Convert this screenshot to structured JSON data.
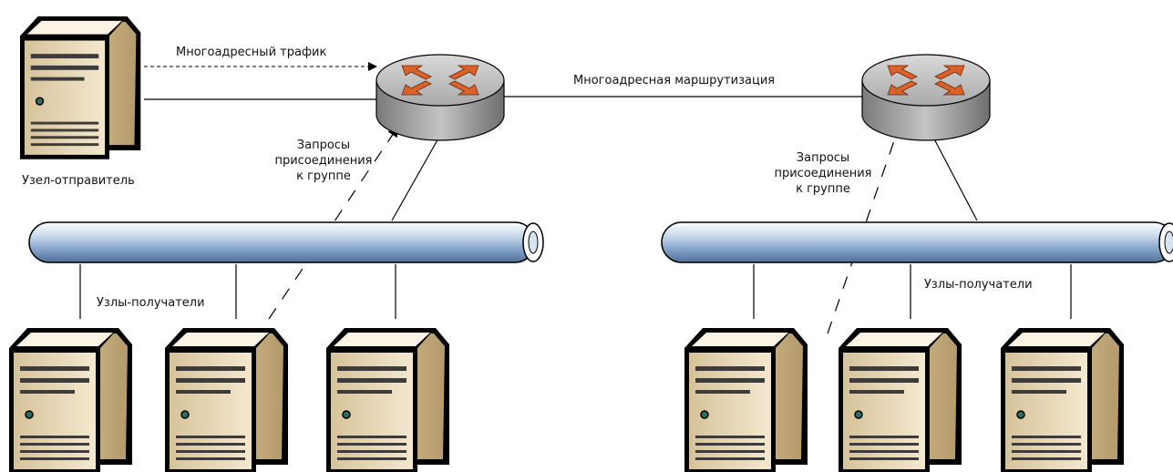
{
  "labels": {
    "multicast_traffic": "Многоадресный трафик",
    "multicast_routing": "Многоадресная маршрутизация",
    "sender_node": "Узел-отправитель",
    "receivers_left": "Узлы-получатели",
    "receivers_right": "Узлы-получатели",
    "join_requests_left": [
      "Запросы",
      "присоединения",
      "к группе"
    ],
    "join_requests_right": [
      "Запросы",
      "присоединения",
      "к группе"
    ]
  },
  "colors": {
    "line": "#000000",
    "router_body": "#b8b8b8",
    "router_arrow": "#d9612a",
    "bus_fill": "#9cb8d6",
    "server_face": "#e7d6b0",
    "server_side": "#c9b184"
  },
  "icons": {
    "server": "server-icon",
    "router": "router-icon",
    "bus": "network-bus"
  }
}
